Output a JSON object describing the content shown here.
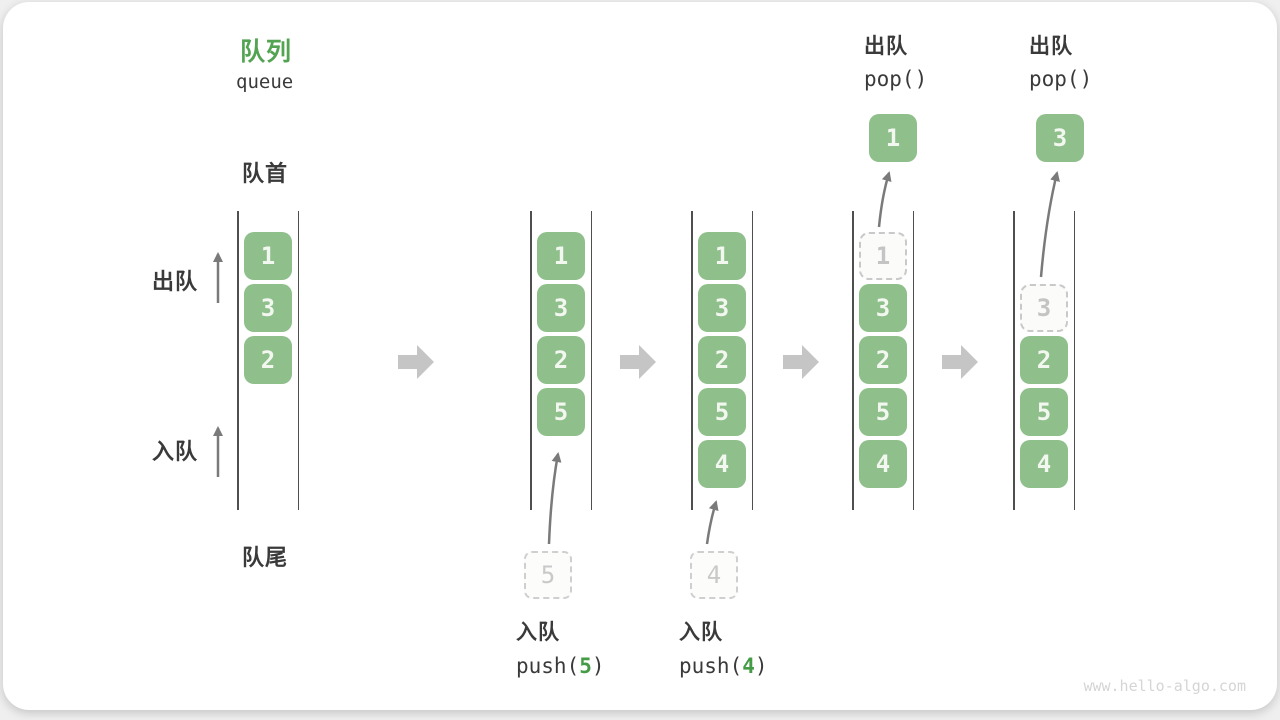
{
  "title": {
    "zh": "队列",
    "en": "queue"
  },
  "side_labels": {
    "front": "队首",
    "rear": "队尾",
    "dequeue": "出队",
    "enqueue": "入队"
  },
  "colors": {
    "cell_green": "#8FBF8A",
    "title_green": "#52A352",
    "accent_green": "#469B46",
    "block_arrow_gray": "#C5C5C5",
    "rail_dark": "#4F4F4F",
    "thin_arrow_gray": "#7A7A7A",
    "ghost_gray": "#C9C9C9",
    "text_dark": "#3A3A3A",
    "watermark_gray": "#D5D5D5"
  },
  "queues": [
    {
      "cells": [
        "1",
        "3",
        "2"
      ]
    },
    {
      "cells": [
        "1",
        "3",
        "2",
        "5"
      ],
      "pending": "5",
      "op_zh": "入队",
      "op_code_open": "push(",
      "op_arg": "5",
      "op_code_close": ")"
    },
    {
      "cells": [
        "1",
        "3",
        "2",
        "5",
        "4"
      ],
      "pending": "4",
      "op_zh": "入队",
      "op_code_open": "push(",
      "op_arg": "4",
      "op_code_close": ")"
    },
    {
      "ghost": "1",
      "cells": [
        "3",
        "2",
        "5",
        "4"
      ],
      "popped": "1",
      "op_zh": "出队",
      "op_code": "pop()"
    },
    {
      "ghost": "3",
      "cells": [
        "2",
        "5",
        "4"
      ],
      "popped": "3",
      "op_zh": "出队",
      "op_code": "pop()"
    }
  ],
  "watermark": "www.hello-algo.com"
}
